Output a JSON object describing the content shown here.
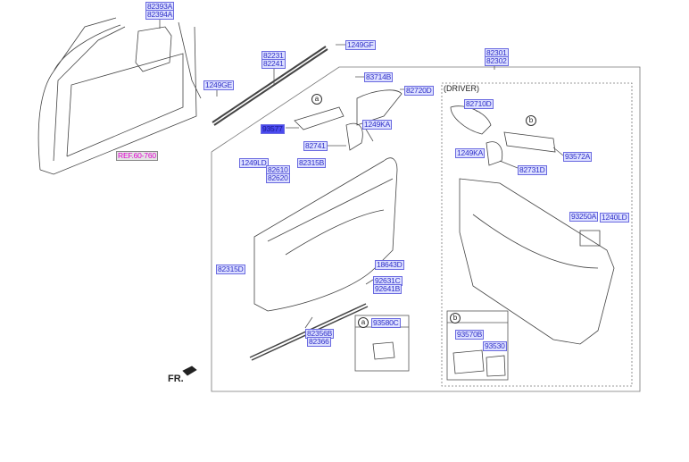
{
  "labels": {
    "l1": "82393A",
    "l2": "82394A",
    "l3": "1249GF",
    "l4": "82231",
    "l5": "82241",
    "l6": "1249GE",
    "l7": "83714B",
    "l8": "82720D",
    "l9": "93577",
    "l10": "1249KA",
    "l11": "82741",
    "l12": "REF.60-760",
    "l13": "1249LD",
    "l14": "82610",
    "l15": "82620",
    "l16": "82315B",
    "l17": "82315D",
    "l18": "18643D",
    "l19": "92631C",
    "l20": "92641B",
    "l21": "82356B",
    "l22": "82366",
    "l23": "93580C",
    "l24": "82301",
    "l25": "82302",
    "l26": "82710D",
    "l27": "1249KA",
    "l28": "93572A",
    "l29": "82731D",
    "l30": "93250A",
    "l31": "1240LD",
    "l32": "93570B",
    "l33": "93530"
  },
  "driver_label": "(DRIVER)",
  "callouts": {
    "a": "a",
    "b": "b"
  },
  "front_label": "FR.",
  "colors": {
    "label_text": "#3030c8",
    "label_bg": "#dde0ff",
    "highlight": "#4a4af0",
    "ref": "#e000d0"
  }
}
